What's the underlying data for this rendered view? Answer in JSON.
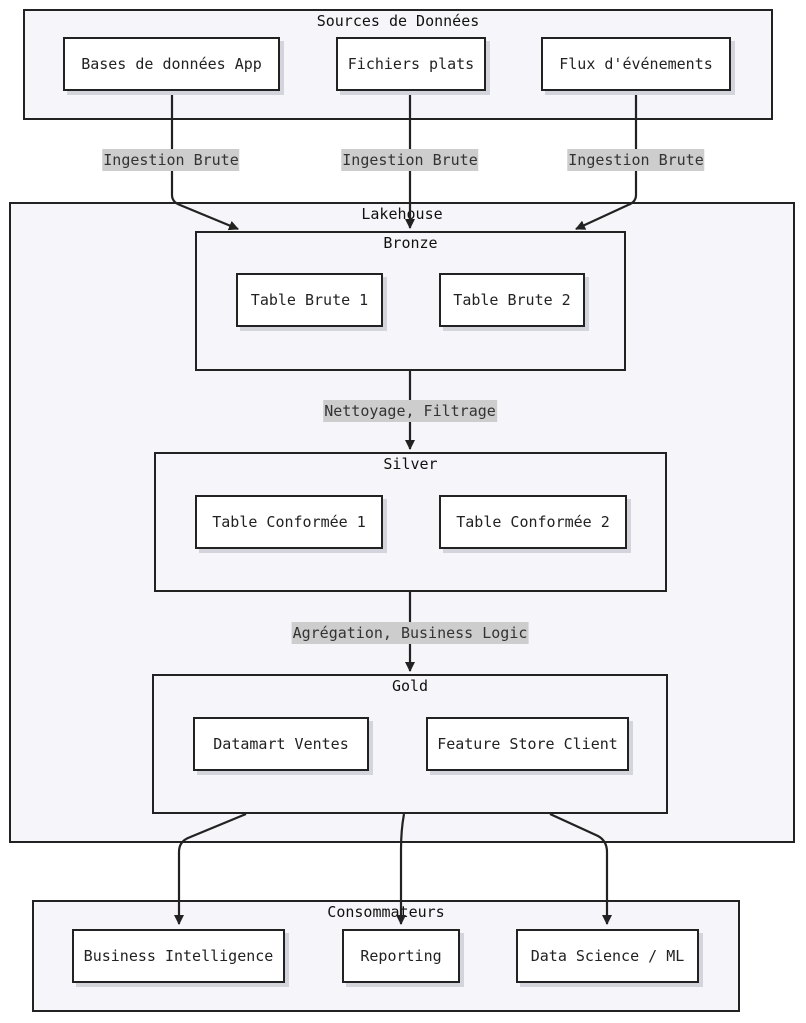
{
  "clusters": {
    "sources": "Sources de Données",
    "lakehouse": "Lakehouse",
    "bronze": "Bronze",
    "silver": "Silver",
    "gold": "Gold",
    "consumers": "Consommateurs"
  },
  "nodes": {
    "app_db": "Bases de données App",
    "flat_files": "Fichiers plats",
    "event_stream": "Flux d'événements",
    "raw_table_1": "Table Brute 1",
    "raw_table_2": "Table Brute 2",
    "conformed_table_1": "Table Conformée 1",
    "conformed_table_2": "Table Conformée 2",
    "sales_datamart": "Datamart Ventes",
    "customer_feature_store": "Feature Store Client",
    "business_intelligence": "Business Intelligence",
    "reporting": "Reporting",
    "data_science": "Data Science / ML"
  },
  "edges": {
    "ingestion_1": "Ingestion Brute",
    "ingestion_2": "Ingestion Brute",
    "ingestion_3": "Ingestion Brute",
    "bronze_to_silver": "Nettoyage, Filtrage",
    "silver_to_gold": "Agrégation, Business Logic"
  },
  "colors": {
    "cluster_fill": "#f6f6fa",
    "node_fill": "#ffffff",
    "stroke": "#222222",
    "edge_label_bg": "#cdcdcd"
  }
}
